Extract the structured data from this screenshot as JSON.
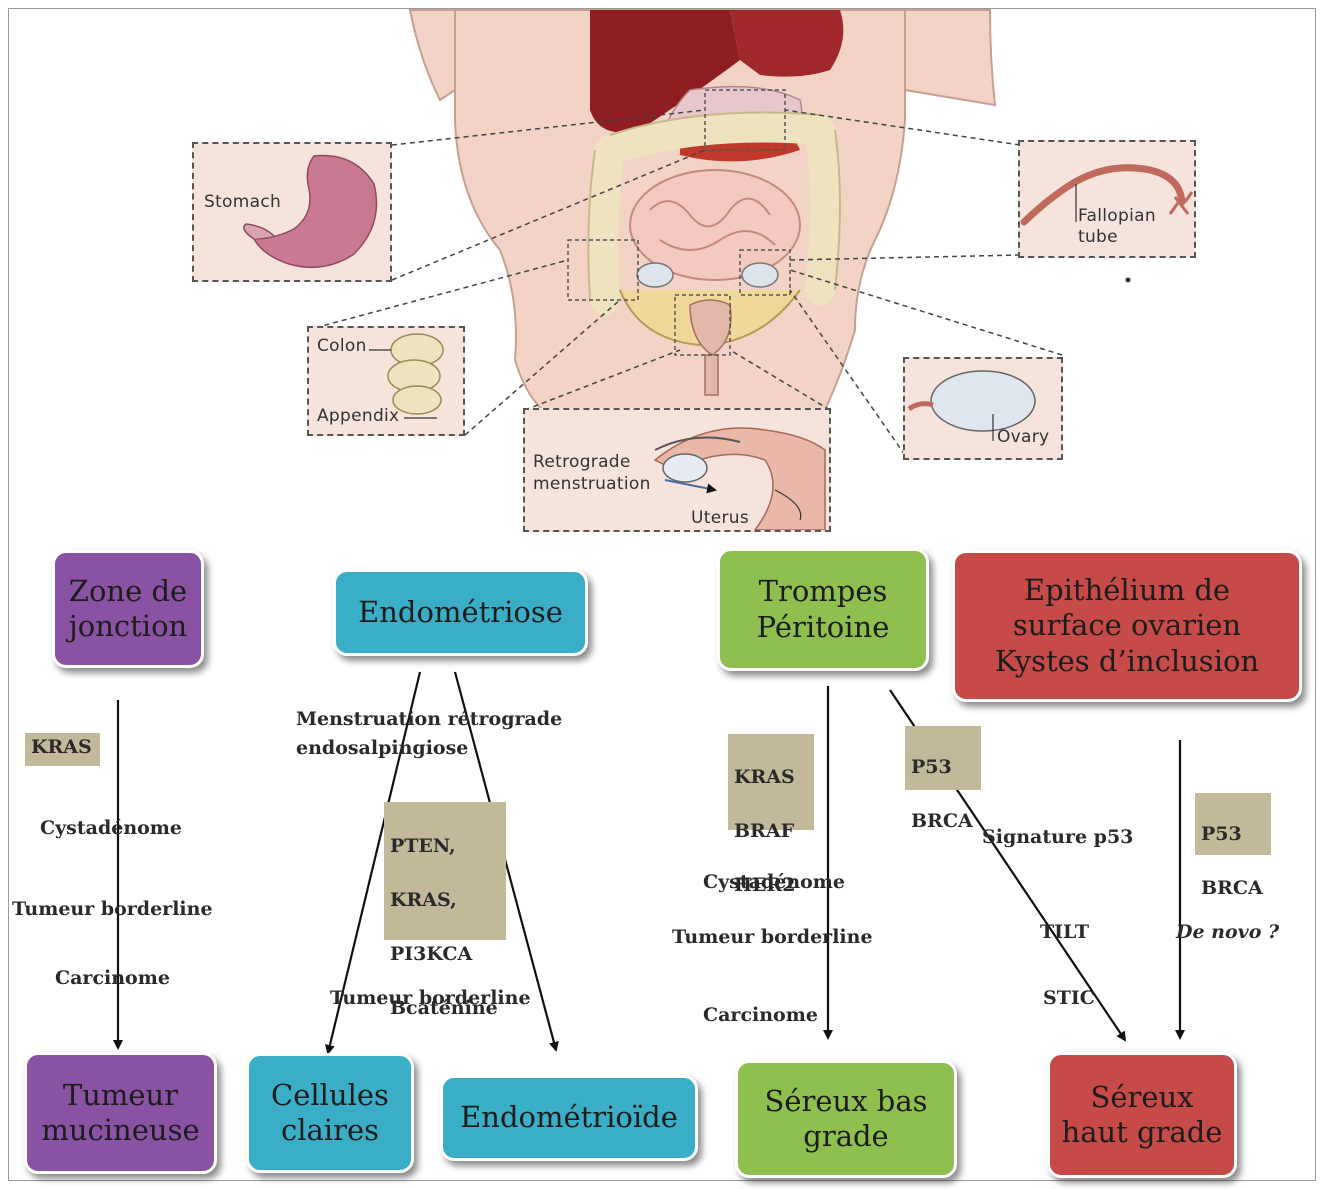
{
  "illustration": {
    "labels": {
      "stomach": "Stomach",
      "colon": "Colon",
      "appendix": "Appendix",
      "fallopian": "Fallopian\ntube",
      "retrograde": "Retrograde\nmenstruation",
      "uterus": "Uterus",
      "ovary": "Ovary"
    }
  },
  "origins": {
    "jonction": [
      "Zone de",
      "jonction"
    ],
    "endometriose": "Endométriose",
    "trompes": [
      "Trompes",
      "Péritoine"
    ],
    "epithelium": [
      "Epithélium de",
      "surface ovarien",
      "Kystes d’inclusion"
    ]
  },
  "outcomes": {
    "mucineuse": [
      "Tumeur",
      "mucineuse"
    ],
    "claires": [
      "Cellules",
      "claires"
    ],
    "endometrioide": "Endométrioïde",
    "sereux_bas": [
      "Séreux bas",
      "grade"
    ],
    "sereux_haut": [
      "Séreux",
      "haut grade"
    ]
  },
  "mucinous_path": {
    "marker": "KRAS",
    "steps": [
      "Cystadénome",
      "Tumeur borderline",
      "Carcinome"
    ]
  },
  "endometriosis_path": {
    "note": [
      "Menstruation rétrograde",
      "endosalpingiose"
    ],
    "markers": [
      "PTEN,",
      "KRAS,",
      "PI3KCA",
      "Bcaténine"
    ],
    "step": "Tumeur borderline"
  },
  "low_grade_path": {
    "markers": [
      "KRAS",
      "BRAF",
      "HER2"
    ],
    "steps": [
      "Cystadénome",
      "Tumeur borderline",
      "Carcinome"
    ]
  },
  "high_grade_tubal_path": {
    "markers": [
      "P53",
      "BRCA"
    ],
    "steps": [
      "Signature p53",
      "TILT",
      "STIC"
    ]
  },
  "high_grade_ovarian_path": {
    "markers": [
      "P53",
      "BRCA"
    ],
    "step": "De novo ?"
  },
  "colors": {
    "purple": "#8a52a3",
    "blue": "#3aaec6",
    "green": "#8fbf4e",
    "red": "#c64a48",
    "marker_bg": "#c2b99a"
  }
}
